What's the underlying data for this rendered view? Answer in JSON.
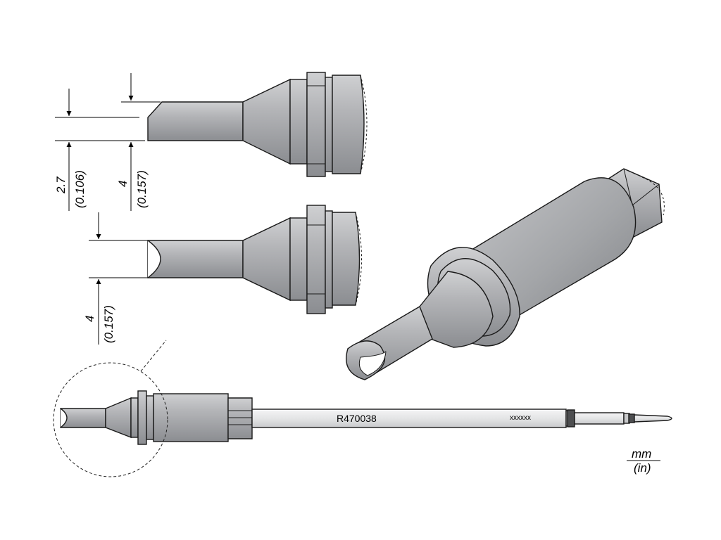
{
  "dimensions": {
    "top_left": {
      "mm": "2.7",
      "in": "(0.106)"
    },
    "top_right": {
      "mm": "4",
      "in": "(0.157)"
    },
    "middle": {
      "mm": "4",
      "in": "(0.157)"
    }
  },
  "part": {
    "number": "R470038",
    "code": "xxxxxx"
  },
  "units": {
    "primary": "mm",
    "secondary": "(in)"
  },
  "colors": {
    "metal": "#a9aaad",
    "metal_dark": "#8e9094",
    "shaft": "#e7e8e9",
    "band": "#4d4e50",
    "outline": "#1a1a1a"
  }
}
